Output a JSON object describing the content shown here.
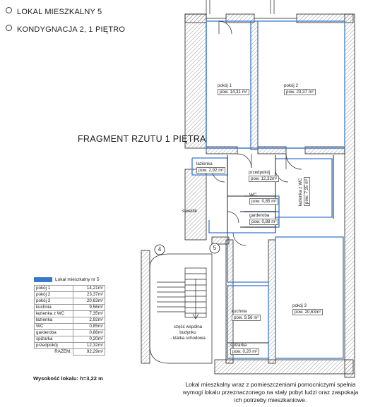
{
  "header": {
    "line1": "LOKAL MIESZKALNY 5",
    "line2": "KONDYGNACJA 2, 1 PIĘTRO"
  },
  "plan": {
    "fragment_title": "FRAGMENT RZUTU 1 PIĘTRA",
    "swietlik": "świetlik",
    "circle_left": "4",
    "circle_right": "5",
    "stairs_lines": [
      "część wspólna",
      "budynku",
      "- klatka schodowa"
    ],
    "rooms": {
      "pokoj1": {
        "name": "pokój 1",
        "area": "pow. 14,31 m²"
      },
      "pokoj2": {
        "name": "pokój 2",
        "area": "pow. 23,37 m²"
      },
      "lazienka": {
        "name": "łazienka",
        "area": "pow. 2,92 m²"
      },
      "przedpokoj": {
        "name": "przedpokój",
        "area": "pow. 12,32m²"
      },
      "lazienka_wc": {
        "name": "łazienka z WC",
        "area": "pow. 7,35 m²"
      },
      "wc": {
        "name": "WC",
        "area": "pow. 0,85 m²"
      },
      "garderoba": {
        "name": "garderoba",
        "area": "pow. 0,88 m²"
      },
      "kuchnia": {
        "name": "kuchnia",
        "area": "pow. 9,56 m²"
      },
      "pokoj3": {
        "name": "pokój 3",
        "area": "pow. 20,63m²"
      },
      "spizarka": {
        "name": "spiżarka",
        "area": "pow. 0,20 m²"
      }
    }
  },
  "legend": {
    "title": "Lokal mieszkalny nr 5",
    "swatch_color": "#3a78c9",
    "rows": [
      {
        "name": "pokój 1",
        "value": "14,21m²"
      },
      {
        "name": "pokój 2",
        "value": "23,37m²"
      },
      {
        "name": "pokój 3",
        "value": "20,63m²"
      },
      {
        "name": "kuchnia",
        "value": "9,56m²"
      },
      {
        "name": "łazienka z WC",
        "value": "7,35m²"
      },
      {
        "name": "łazienka",
        "value": "2,92m²"
      },
      {
        "name": "WC",
        "value": "0,85m²"
      },
      {
        "name": "garderoba",
        "value": "0,88m²"
      },
      {
        "name": "spiżarka",
        "value": "0,20m²"
      },
      {
        "name": "przedpokój",
        "value": "12,32m²"
      }
    ],
    "total_label": "RAZEM:",
    "total_value": "92,29m²",
    "height": "Wysokość lokalu: h=3,22 m"
  },
  "caption": "Lokal mieszkalny wraz z pomieszczeniami pomocniczymi spełnia wymogi lokalu przeznaczonego na stały pobyt ludzi oraz zaspokaja ich potrzeby mieszkaniowe."
}
